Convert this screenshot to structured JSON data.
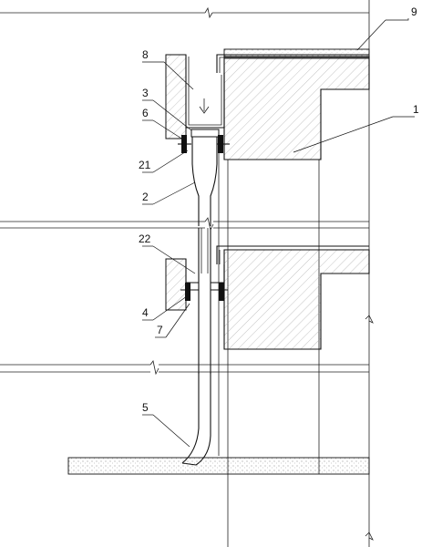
{
  "callouts": [
    {
      "id": "c9",
      "text": "9"
    },
    {
      "id": "c8",
      "text": "8"
    },
    {
      "id": "c1",
      "text": "1"
    },
    {
      "id": "c3",
      "text": "3"
    },
    {
      "id": "c6",
      "text": "6"
    },
    {
      "id": "c21",
      "text": "21"
    },
    {
      "id": "c2",
      "text": "2"
    },
    {
      "id": "c22",
      "text": "22"
    },
    {
      "id": "c4",
      "text": "4"
    },
    {
      "id": "c7",
      "text": "7"
    },
    {
      "id": "c5",
      "text": "5"
    }
  ]
}
